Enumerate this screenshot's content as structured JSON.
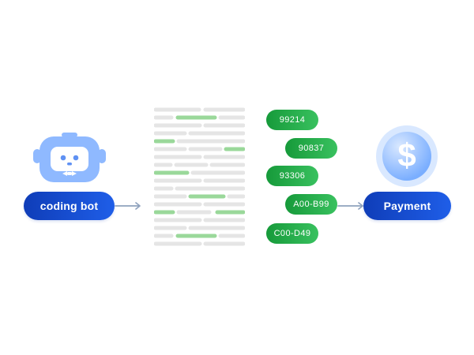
{
  "flow": {
    "left": {
      "icon": "robot-icon",
      "label": "coding bot"
    },
    "middle": {
      "icon": "document-icon"
    },
    "codes": [
      "99214",
      "90837",
      "93306",
      "A00-B99",
      "C00-D49"
    ],
    "right": {
      "icon": "dollar-icon",
      "label": "Payment"
    }
  },
  "colors": {
    "blue_pill_start": "#0f3db8",
    "blue_pill_end": "#1f5ee8",
    "green_pill_start": "#169a3a",
    "green_pill_end": "#39c15f",
    "icon_blue": "#8fb9ff",
    "icon_blue_dark": "#5f91f3",
    "line_gray": "#e5e5e5",
    "line_green": "#9ad89a"
  }
}
